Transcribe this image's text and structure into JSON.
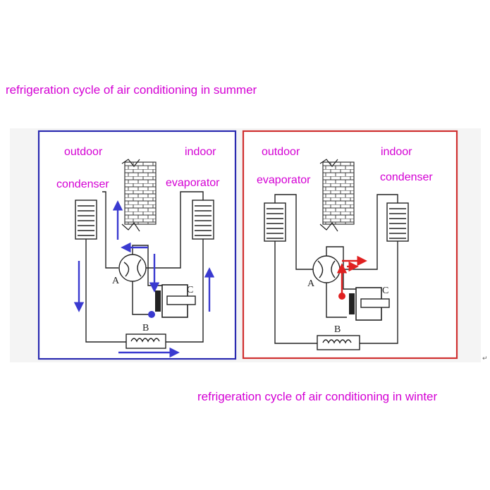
{
  "captions": {
    "summer": "refrigeration cycle of air conditioning in summer",
    "winter": "refrigeration cycle of air conditioning in winter"
  },
  "panels": {
    "summer": {
      "frame_color": "#2a2ab0",
      "arrow_color": "#3a3ad0",
      "label_color": "#d400d4",
      "outdoor": "outdoor",
      "indoor": "indoor",
      "left_coil": "condenser",
      "right_coil": "evaporator",
      "valve": "A",
      "compressor": "C",
      "expansion": "B"
    },
    "winter": {
      "frame_color": "#d03030",
      "arrow_color": "#e02020",
      "label_color": "#d400d4",
      "outdoor": "outdoor",
      "indoor": "indoor",
      "left_coil": "evaporator",
      "right_coil": "condenser",
      "valve": "A",
      "compressor": "C",
      "expansion": "B"
    }
  },
  "return_mark": "↵"
}
